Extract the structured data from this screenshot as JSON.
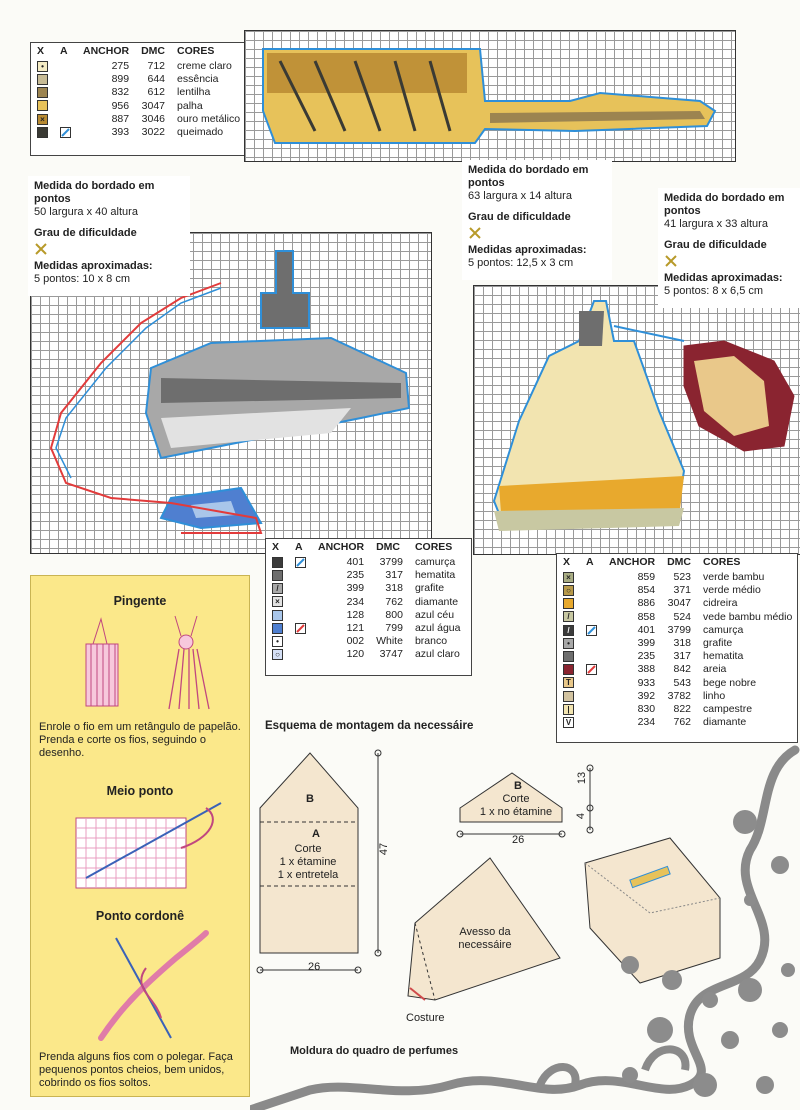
{
  "legend_top": {
    "headers": [
      "X",
      "A",
      "ANCHOR",
      "DMC",
      "CORES"
    ],
    "rows": [
      {
        "x_icon": "dot-symbol",
        "a_icon": "",
        "anchor": "275",
        "dmc": "712",
        "cor": "creme claro",
        "color": "#f5ecc4"
      },
      {
        "x_icon": "",
        "a_icon": "",
        "anchor": "899",
        "dmc": "644",
        "cor": "essência",
        "color": "#c7bb95"
      },
      {
        "x_icon": "",
        "a_icon": "",
        "anchor": "832",
        "dmc": "612",
        "cor": "lentilha",
        "color": "#9c8450"
      },
      {
        "x_icon": "",
        "a_icon": "",
        "anchor": "956",
        "dmc": "3047",
        "cor": "palha",
        "color": "#e7c25a"
      },
      {
        "x_icon": "x-symbol",
        "a_icon": "",
        "anchor": "887",
        "dmc": "3046",
        "cor": "ouro metálico",
        "color": "#b88a32"
      },
      {
        "x_icon": "",
        "a_icon": "backstitch-blue",
        "anchor": "393",
        "dmc": "3022",
        "cor": "queimado",
        "color": "#3a3a34"
      }
    ]
  },
  "info_brush": {
    "title": "Medida do bordado em pontos",
    "size": "63 largura x 14 altura",
    "difficulty_label": "Grau de dificuldade",
    "approx_label": "Medidas aproximadas:",
    "approx_value": "5 pontos: 12,5 x 3 cm"
  },
  "info_perfume1": {
    "title": "Medida do bordado em pontos",
    "size": "50 largura x 40 altura",
    "difficulty_label": "Grau de dificuldade",
    "approx_label": "Medidas aproximadas:",
    "approx_value": "5 pontos: 10 x 8 cm"
  },
  "info_perfume2": {
    "title": "Medida do bordado em pontos",
    "size": "41 largura x 33 altura",
    "difficulty_label": "Grau de dificuldade",
    "approx_label": "Medidas aproximadas:",
    "approx_value": "5 pontos: 8 x 6,5 cm"
  },
  "legend_mid": {
    "headers": [
      "X",
      "A",
      "ANCHOR",
      "DMC",
      "CORES"
    ],
    "rows": [
      {
        "x_icon": "",
        "a_icon": "backstitch-blue",
        "anchor": "401",
        "dmc": "3799",
        "cor": "camurça",
        "color": "#3b3b3b"
      },
      {
        "x_icon": "",
        "a_icon": "",
        "anchor": "235",
        "dmc": "317",
        "cor": "hematita",
        "color": "#6e6e6e"
      },
      {
        "x_icon": "slash-symbol",
        "a_icon": "",
        "anchor": "399",
        "dmc": "318",
        "cor": "grafite",
        "color": "#a8a8a8"
      },
      {
        "x_icon": "x-symbol",
        "a_icon": "",
        "anchor": "234",
        "dmc": "762",
        "cor": "diamante",
        "color": "#e2e2e2"
      },
      {
        "x_icon": "",
        "a_icon": "",
        "anchor": "128",
        "dmc": "800",
        "cor": "azul céu",
        "color": "#a9c6ea"
      },
      {
        "x_icon": "",
        "a_icon": "backstitch-red",
        "anchor": "121",
        "dmc": "799",
        "cor": "azul água",
        "color": "#4f7fd0"
      },
      {
        "x_icon": "dot-symbol",
        "a_icon": "",
        "anchor": "002",
        "dmc": "White",
        "cor": "branco",
        "color": "#ffffff"
      },
      {
        "x_icon": "circle-symbol",
        "a_icon": "",
        "anchor": "120",
        "dmc": "3747",
        "cor": "azul claro",
        "color": "#d4dff5"
      }
    ]
  },
  "legend_right": {
    "headers": [
      "X",
      "A",
      "ANCHOR",
      "DMC",
      "CORES"
    ],
    "rows": [
      {
        "x_icon": "x-symbol",
        "a_icon": "",
        "anchor": "859",
        "dmc": "523",
        "cor": "verde bambu",
        "color": "#a9ad84"
      },
      {
        "x_icon": "circle-symbol",
        "a_icon": "",
        "anchor": "854",
        "dmc": "371",
        "cor": "verde médio",
        "color": "#b89a4a"
      },
      {
        "x_icon": "",
        "a_icon": "",
        "anchor": "886",
        "dmc": "3047",
        "cor": "cidreira",
        "color": "#e8a92d"
      },
      {
        "x_icon": "slash-symbol",
        "a_icon": "",
        "anchor": "858",
        "dmc": "524",
        "cor": "vede bambu médio",
        "color": "#c8c8a2"
      },
      {
        "x_icon": "slash-symbol",
        "a_icon": "backstitch-blue",
        "anchor": "401",
        "dmc": "3799",
        "cor": "camurça",
        "color": "#3b3b3b"
      },
      {
        "x_icon": "dot-symbol",
        "a_icon": "",
        "anchor": "399",
        "dmc": "318",
        "cor": "grafite",
        "color": "#a8a8a8"
      },
      {
        "x_icon": "",
        "a_icon": "",
        "anchor": "235",
        "dmc": "317",
        "cor": "hematita",
        "color": "#6e6e6e"
      },
      {
        "x_icon": "",
        "a_icon": "backstitch-red",
        "anchor": "388",
        "dmc": "842",
        "cor": "areia",
        "color": "#8a2430"
      },
      {
        "x_icon": "t-symbol",
        "a_icon": "",
        "anchor": "933",
        "dmc": "543",
        "cor": "bege nobre",
        "color": "#e9c88a"
      },
      {
        "x_icon": "",
        "a_icon": "",
        "anchor": "392",
        "dmc": "3782",
        "cor": "linho",
        "color": "#d2c3a0"
      },
      {
        "x_icon": "bar-symbol",
        "a_icon": "",
        "anchor": "830",
        "dmc": "822",
        "cor": "campestre",
        "color": "#f2e4b0"
      },
      {
        "x_icon": "v-symbol",
        "a_icon": "",
        "anchor": "234",
        "dmc": "762",
        "cor": "diamante",
        "color": "#ffffff"
      }
    ]
  },
  "panel": {
    "pingente_title": "Pingente",
    "pingente_text": "Enrole o fio em um retângulo de papelão. Prenda e corte os fios, seguindo o desenho.",
    "meio_title": "Meio ponto",
    "cordone_title": "Ponto cordonê",
    "cordone_text": "Prenda alguns fios com o polegar. Faça pequenos pontos cheios, bem unidos, cobrindo os fios soltos."
  },
  "esquema": {
    "title": "Esquema de montagem da necessáire",
    "piece_b_label": "B",
    "piece_a_label": "A",
    "piece_a_text1": "Corte",
    "piece_a_text2": "1 x étamine",
    "piece_a_text3": "1 x entretela",
    "dim_47": "47",
    "dim_26": "26",
    "small_b_label": "B",
    "small_b_text1": "Corte",
    "small_b_text2": "1 x no étamine",
    "dim_13": "13",
    "dim_4": "4",
    "dim_26b": "26",
    "avesso1": "Avesso da",
    "avesso2": "necessáire",
    "costure": "Costure"
  },
  "moldura_title": "Moldura do quadro de perfumes",
  "colors": {
    "blue_outline": "#2f8fd8",
    "red_outline": "#e23b3b",
    "panel_yellow": "#fbe88a",
    "dots_grey": "#8c8c8c"
  }
}
